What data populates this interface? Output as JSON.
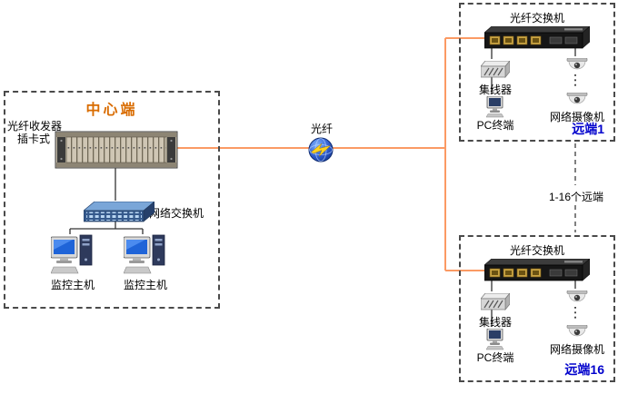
{
  "center": {
    "title": "中心端",
    "transceiver_line1": "光纤收发器",
    "transceiver_line2": "插卡式",
    "switch_label": "网络交换机",
    "host_left_label": "监控主机",
    "host_right_label": "监控主机"
  },
  "fiber": {
    "label": "光纤"
  },
  "middle": {
    "range_label": "1-16个远端"
  },
  "remote1": {
    "switch_label": "光纤交换机",
    "hub_label": "集线器",
    "pc_label": "PC终端",
    "camera_label": "网络摄像机",
    "title": "远端1"
  },
  "remote16": {
    "switch_label": "光纤交换机",
    "hub_label": "集线器",
    "pc_label": "PC终端",
    "camera_label": "网络摄像机",
    "title": "远端16"
  },
  "icons": {
    "wan_node": "globe-lightning-icon",
    "rack": "fiber-transceiver-rack-icon",
    "lan_switch": "network-switch-icon",
    "host": "monitor-pc-icon",
    "fiber_switch": "fiber-switch-icon",
    "hub": "hub-icon",
    "pc": "pc-terminal-icon",
    "camera": "dome-camera-icon"
  },
  "colors": {
    "center_title": "#d96c00",
    "remote_title": "#0000cc",
    "fiber_line": "#fb9a64",
    "black_line": "#333333",
    "dashed_border": "#4a4a4a"
  }
}
